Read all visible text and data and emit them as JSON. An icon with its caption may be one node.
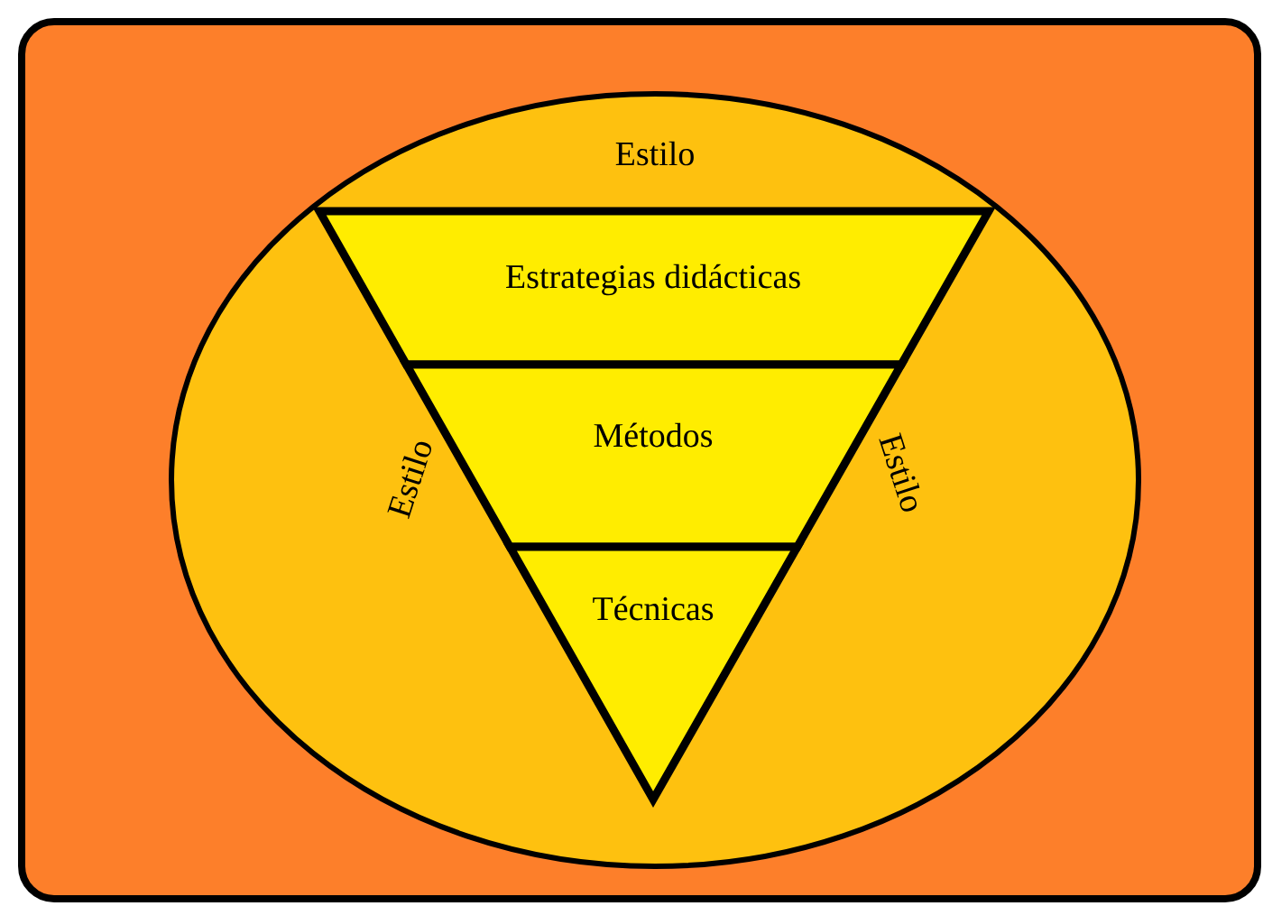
{
  "diagram": {
    "nodes": [
      {
        "text": [
          "Estilo",
          "Estilo",
          "Estilo"
        ]
      },
      {
        "text": [
          "Estrategias didácticas"
        ],
        "in": 0
      },
      {
        "text": [
          "Métodos"
        ],
        "in": 0
      },
      {
        "text": [
          "Técnicas"
        ],
        "in": 0
      }
    ]
  }
}
